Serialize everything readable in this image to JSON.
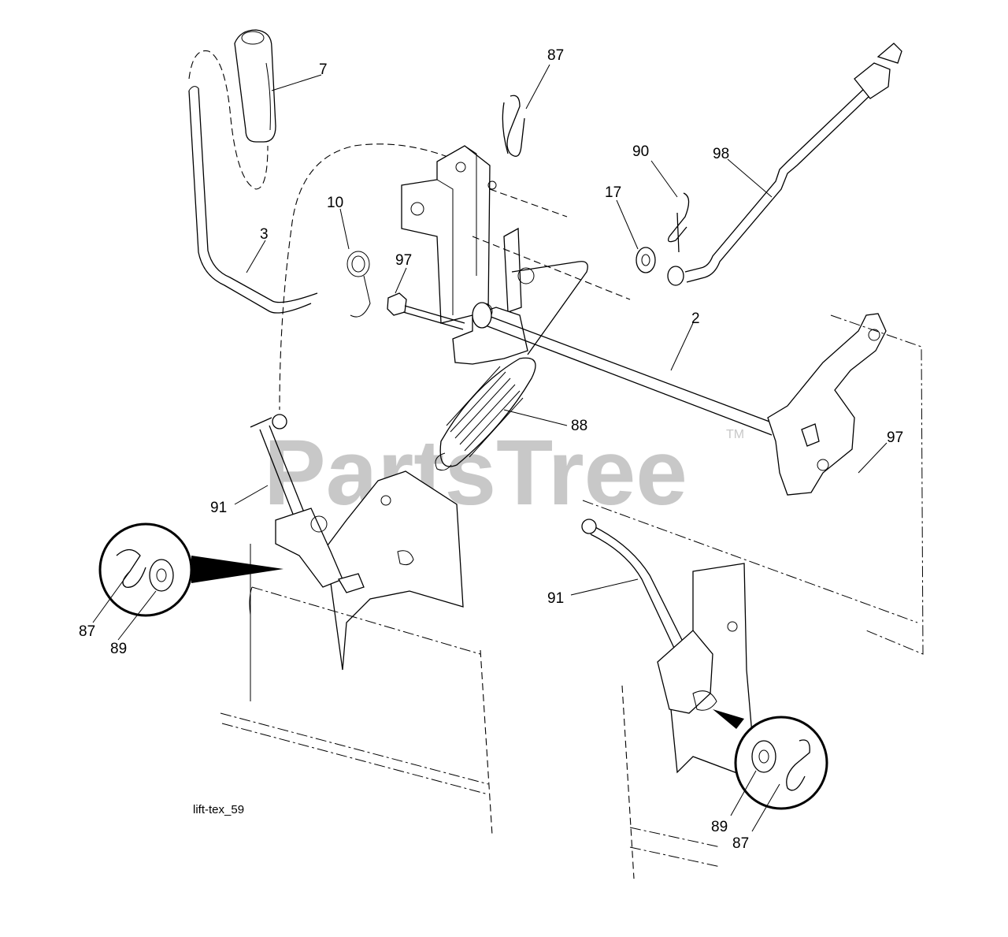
{
  "diagram": {
    "watermark": "PartsTree",
    "watermark_tm": "TM",
    "caption": "lift-tex_59",
    "part_labels": {
      "handle_grip": "7",
      "lift_handle": "3",
      "spring_small": "10",
      "hairpin_top": "87",
      "bolt_left": "97",
      "clip_90": "90",
      "washer_17": "17",
      "rod_98": "98",
      "shaft_2": "2",
      "spring_88": "88",
      "bolt_right": "97",
      "link_left": "91",
      "link_right": "91",
      "detail_left_clip": "87",
      "detail_left_washer": "89",
      "detail_right_washer": "89",
      "detail_right_clip": "87"
    }
  }
}
